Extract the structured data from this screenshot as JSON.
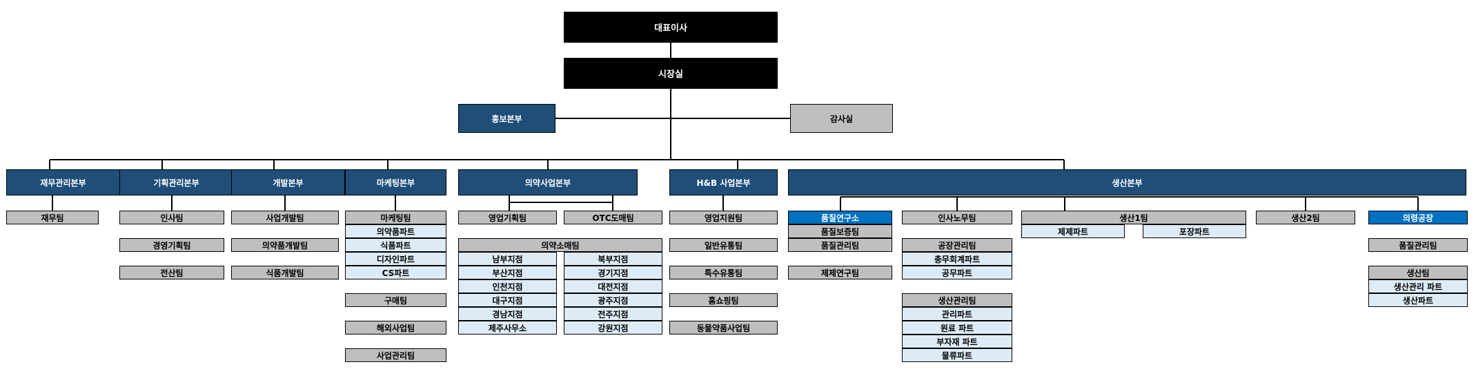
{
  "top": {
    "ceo": "대표이사",
    "office": "시장실",
    "pr": "홍보본부",
    "audit": "감사실"
  },
  "divisions": [
    {
      "key": "finance",
      "label": "재무관리본부",
      "teams": [
        "재무팀"
      ]
    },
    {
      "key": "planning",
      "label": "기획관리본부",
      "teams": [
        "인사팀",
        "경영기획팀",
        "전산팀"
      ]
    },
    {
      "key": "dev",
      "label": "개발본부",
      "teams": [
        "사업개발팀",
        "의약품개발팀",
        "식품개발팀"
      ]
    },
    {
      "key": "marketing",
      "label": "마케팅본부",
      "teams": [
        "마케팅팀",
        "의약품파트",
        "식품파트",
        "디자인파트",
        "CS파트",
        "구매팀",
        "해외사업팀",
        "사업관리팀"
      ]
    },
    {
      "key": "pharma",
      "label": "의약사업본부",
      "teams": [
        "영업기획팀",
        "OTC도매팀",
        "의약소매팀",
        "남부지점",
        "부산지점",
        "인천지점",
        "대구지점",
        "경남지점",
        "제주사무소",
        "북부지점",
        "경기지점",
        "대전지점",
        "광주지점",
        "전주지점",
        "강원지점"
      ]
    },
    {
      "key": "hb",
      "label": "H&B 사업본부",
      "teams": [
        "영업지원팀",
        "일반유통팀",
        "특수유통팀",
        "홈쇼핑팀",
        "동물약품사업팀"
      ]
    },
    {
      "key": "production",
      "label": "생산본부",
      "teams": [
        "품질연구소",
        "품질보증팀",
        "품질관리팀",
        "제제연구팀",
        "인사노무팀",
        "공장관리팀",
        "총무회계파트",
        "공무파트",
        "생산관리팀",
        "관리파트",
        "원료 파트",
        "부자재 파트",
        "물류파트",
        "생산1팀",
        "제제파트",
        "포장파트",
        "생산2팀",
        "의령공장",
        "품질관리팀",
        "생산팀",
        "생산관리 파트",
        "생산파트"
      ]
    }
  ]
}
